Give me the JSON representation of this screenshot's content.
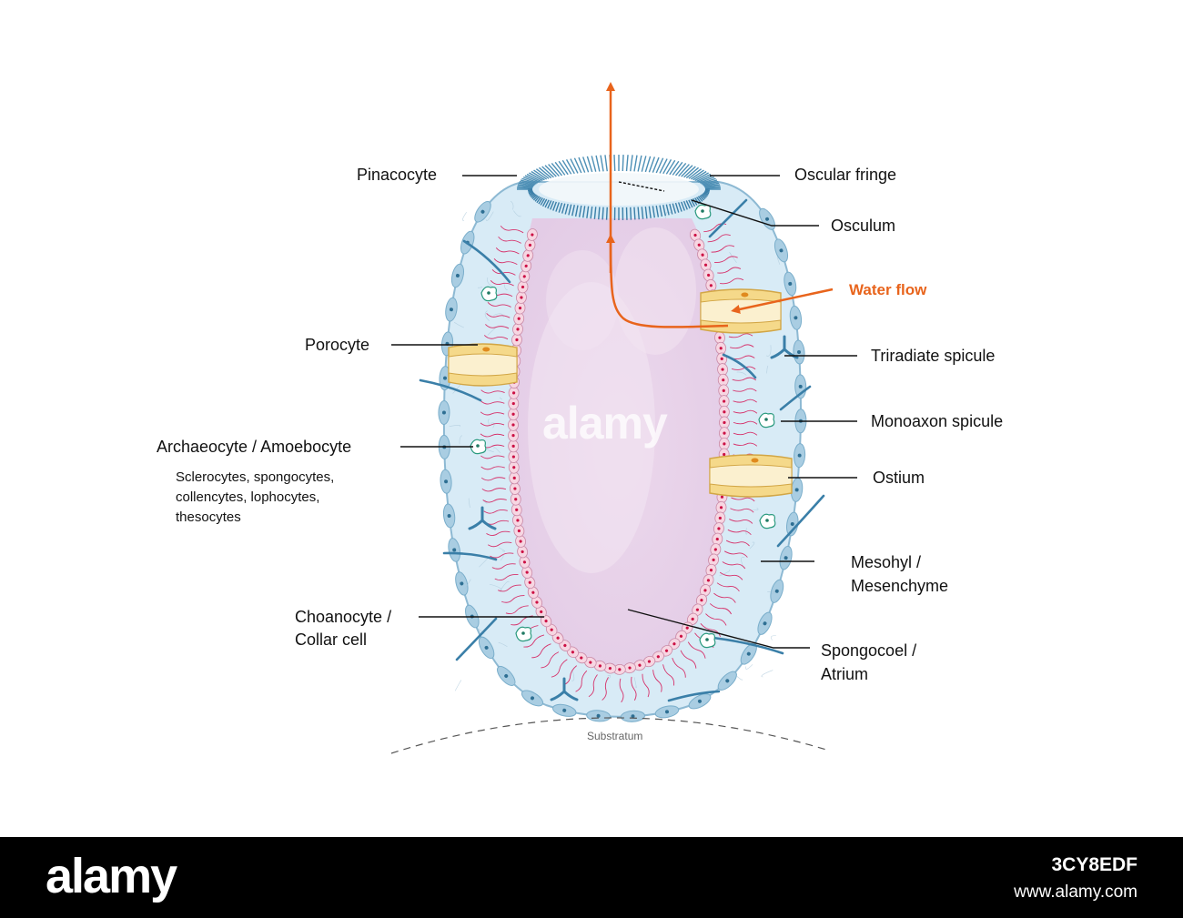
{
  "labels": {
    "pinacocyte": "Pinacocyte",
    "oscular_fringe": "Oscular fringe",
    "osculum": "Osculum",
    "water_flow": "Water flow",
    "porocyte": "Porocyte",
    "triradiate_spicule": "Triradiate spicule",
    "monoaxon_spicule": "Monoaxon spicule",
    "archaeocyte": "Archaeocyte / Amoebocyte",
    "archaeocyte_types": [
      "Sclerocytes, spongocytes,",
      "collencytes, lophocytes,",
      "thesocytes"
    ],
    "ostium": "Ostium",
    "mesohyl": [
      "Mesohyl /",
      "Mesenchyme"
    ],
    "choanocyte": [
      "Choanocyte /",
      "Collar cell"
    ],
    "spongocoel": [
      "Spongocoel /",
      "Atrium"
    ],
    "substratum": "Substratum"
  },
  "colors": {
    "water_flow": "#e8641c",
    "spicule": "#3a7fa8",
    "mesohyl": "#d8ebf6",
    "pinacoderm": "#a9cde2",
    "spongocoel": "#e9d6ea",
    "choanocyte": "#f7d6e2",
    "nucleus": "#cc1144",
    "pore": "#f5d98a"
  },
  "watermark": "alamy",
  "footer": {
    "logo": "alamy",
    "image_id": "3CY8EDF",
    "url": "www.alamy.com"
  }
}
